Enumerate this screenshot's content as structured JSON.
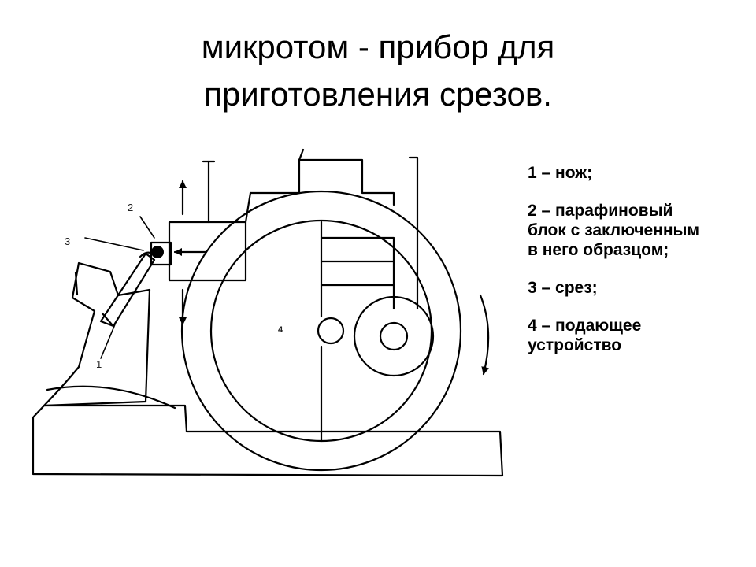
{
  "slide": {
    "title_line1": "микротом - прибор для",
    "title_line2": "приготовления срезов."
  },
  "diagram": {
    "labels": [
      "1",
      "2",
      "3",
      "4"
    ]
  },
  "legend": {
    "items": [
      {
        "line1": "1 – нож;",
        "line2": "",
        "line3": ""
      },
      {
        "line1": "2 – парафиновый",
        "line2": "блок с заключенным",
        "line3": "в него образцом;"
      },
      {
        "line1": "3 – срез;",
        "line2": "",
        "line3": ""
      },
      {
        "line1": "4 – подающее",
        "line2": "устройство",
        "line3": ""
      }
    ]
  }
}
